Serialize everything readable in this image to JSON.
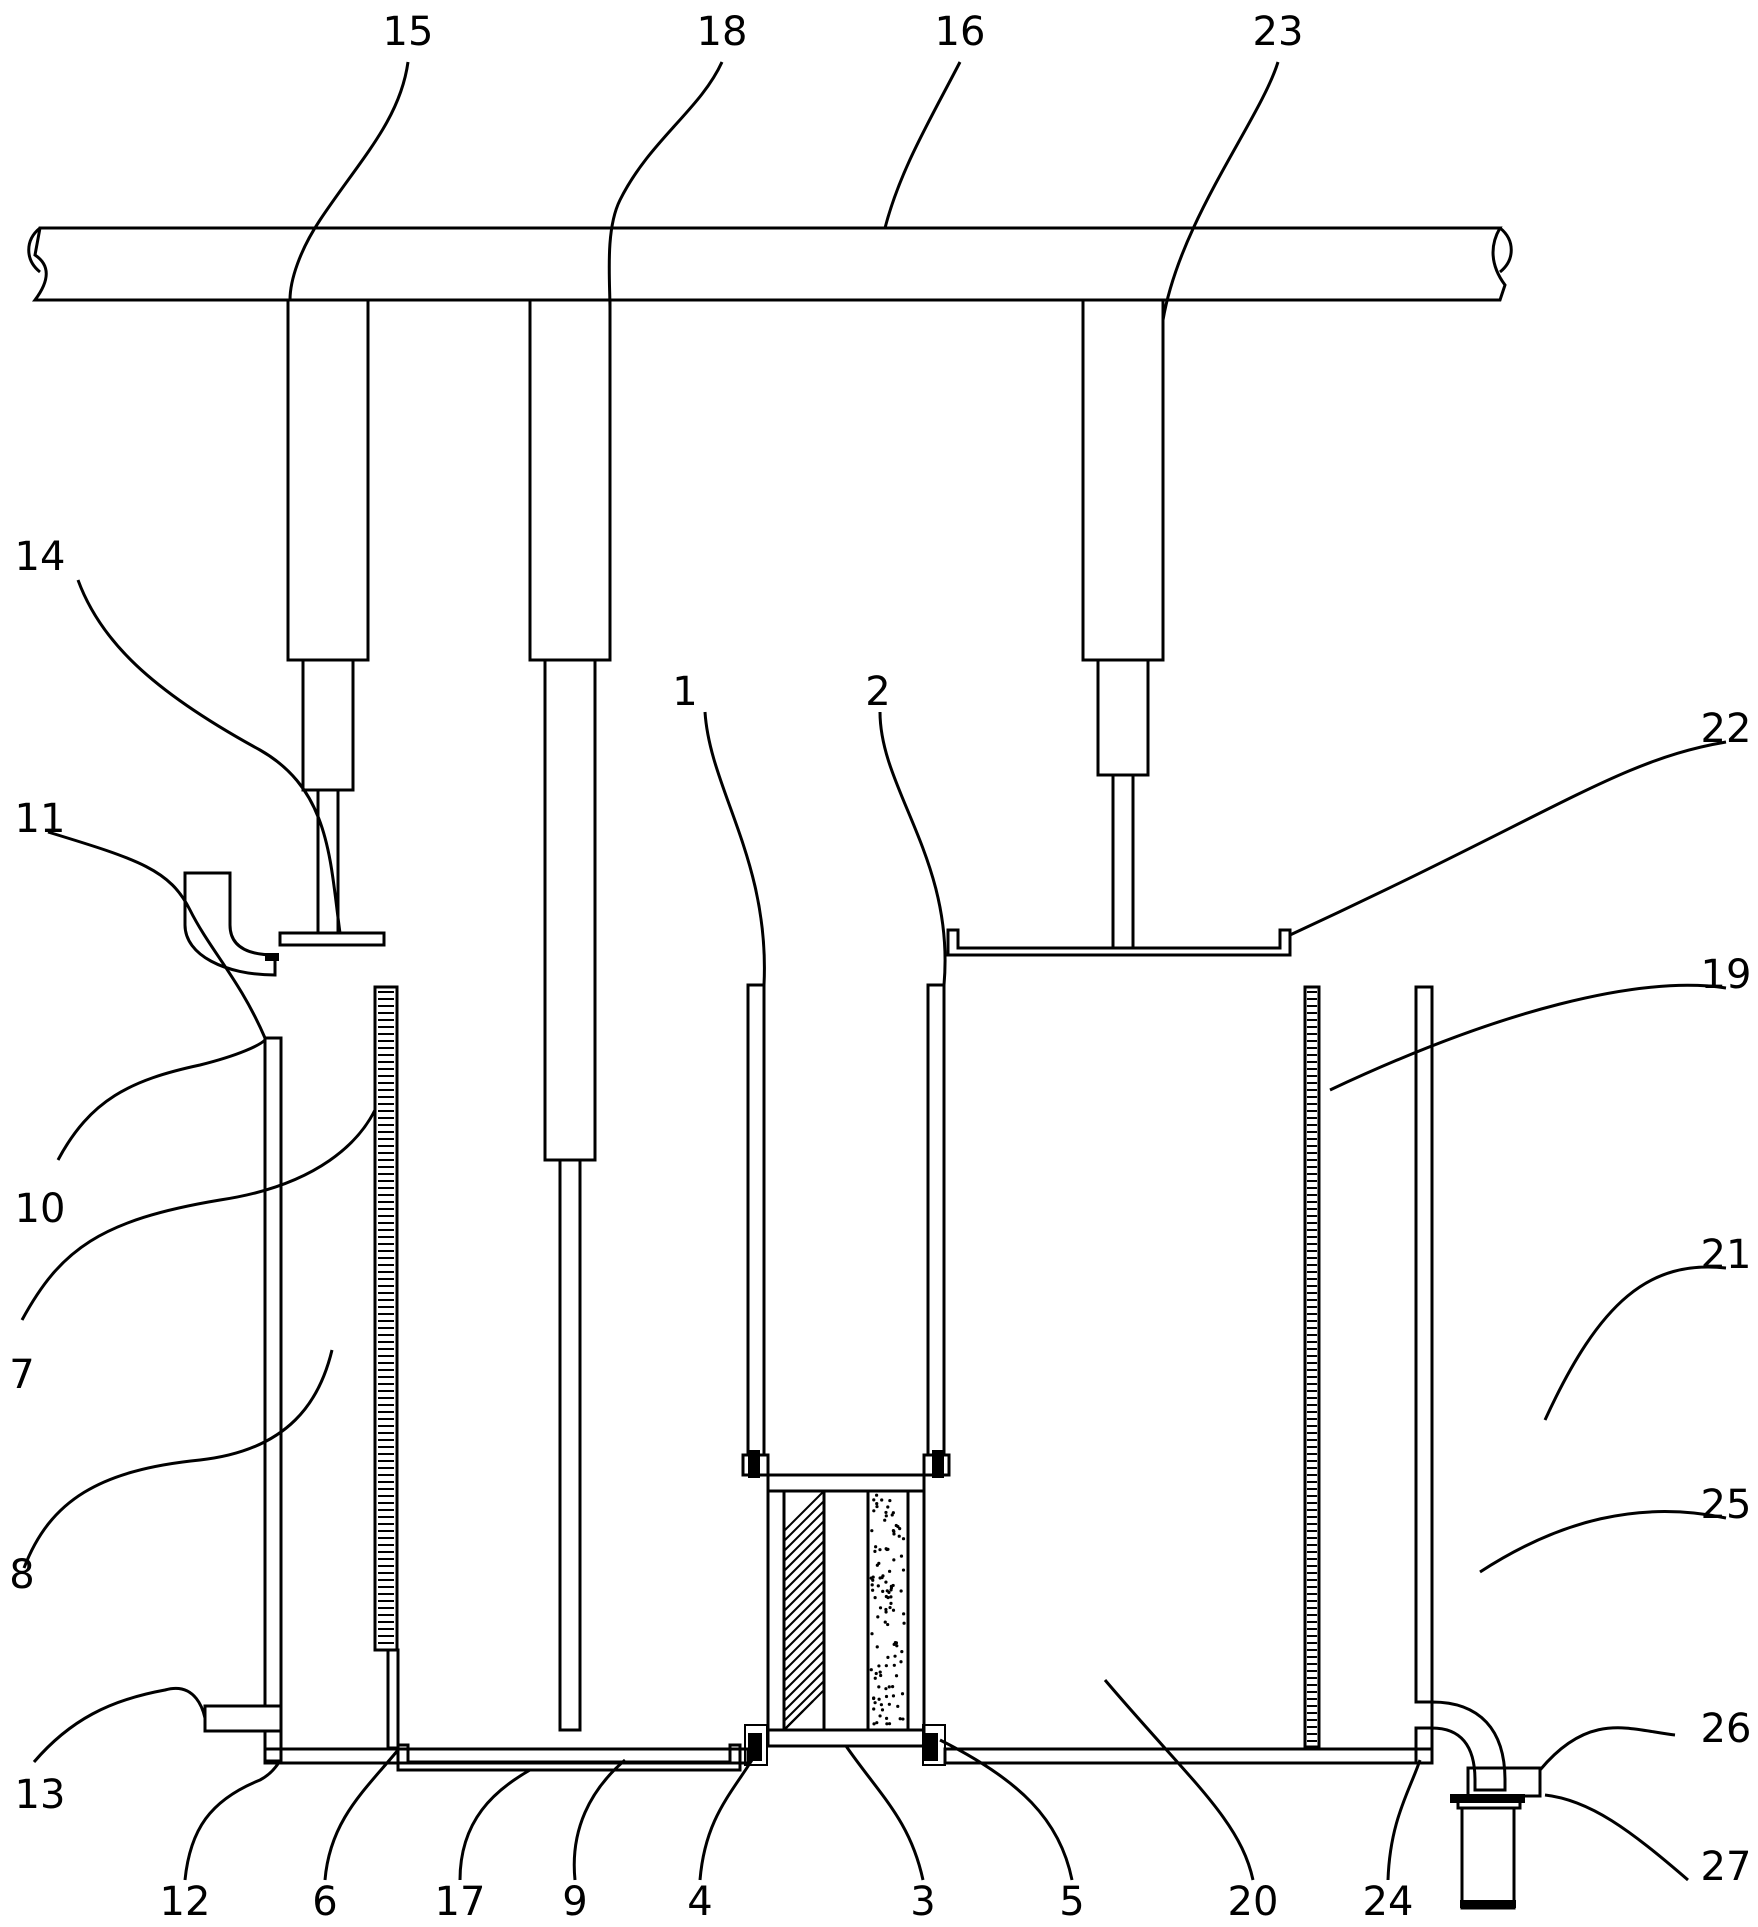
{
  "labels": {
    "l1": "1",
    "l2": "2",
    "l3": "3",
    "l4": "4",
    "l5": "5",
    "l6": "6",
    "l7": "7",
    "l8": "8",
    "l9": "9",
    "l10": "10",
    "l11": "11",
    "l12": "12",
    "l13": "13",
    "l14": "14",
    "l15": "15",
    "l16": "16",
    "l17": "17",
    "l18": "18",
    "l19": "19",
    "l20": "20",
    "l21": "21",
    "l22": "22",
    "l23": "23",
    "l24": "24",
    "l25": "25",
    "l26": "26",
    "l27": "27"
  }
}
